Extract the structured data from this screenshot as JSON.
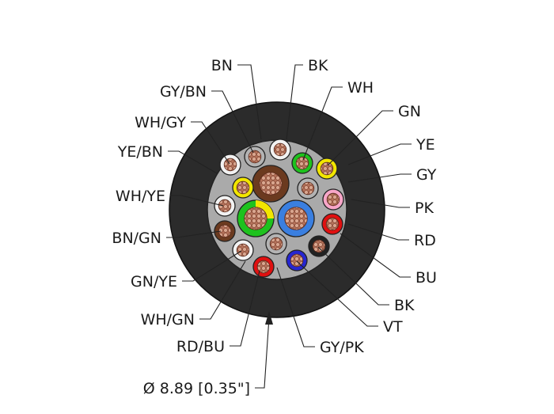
{
  "labels": {
    "bn": "BN",
    "gy_bn": "GY/BN",
    "wh_gy": "WH/GY",
    "ye_bn": "YE/BN",
    "wh_ye": "WH/YE",
    "bn_gn": "BN/GN",
    "gn_ye": "GN/YE",
    "wh_gn": "WH/GN",
    "rd_bu": "RD/BU",
    "bk_top": "BK",
    "wh": "WH",
    "gn": "GN",
    "ye": "YE",
    "gy": "GY",
    "pk": "PK",
    "rd": "RD",
    "bu": "BU",
    "bk_bottom": "BK",
    "vt": "VT",
    "gy_pk": "GY/PK"
  },
  "diameter": "Ø 8.89 [0.35\"]",
  "colors": {
    "jacket": "#2b2b2b",
    "filler": "#aaaaaa",
    "copper": "#c98d72",
    "brown": "#6b3a1f",
    "white": "#f2f2f2",
    "green": "#1ec21e",
    "yellow": "#f2e600",
    "gray": "#b3b3b3",
    "pink": "#f7a6c8",
    "red": "#e01010",
    "blue": "#3a7fe0",
    "black": "#222222",
    "violet": "#2626d0"
  }
}
